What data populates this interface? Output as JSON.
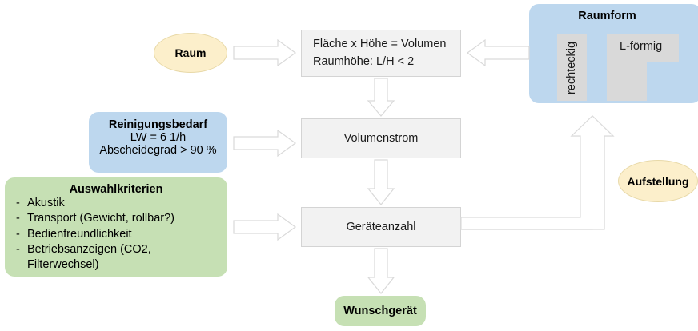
{
  "diagram": {
    "title_shapes": {
      "raum": "Raum",
      "aufstellung": "Aufstellung"
    },
    "formula_box": {
      "line1": "Fläche  x  Höhe  = Volumen",
      "line2": "Raumhöhe: L/H < 2"
    },
    "volumenstrom": "Volumenstrom",
    "geraeteanzahl": "Geräteanzahl",
    "wunschgeraet": "Wunschgerät",
    "raumform": {
      "title": "Raumform",
      "shape_rect_label": "rechteckig",
      "shape_l_label": "L-förmig"
    },
    "reinigungsbedarf": {
      "title": "Reinigungsbedarf",
      "line1": "LW = 6 1/h",
      "line2": "Abscheidegrad  > 90 %"
    },
    "auswahlkriterien": {
      "title": "Auswahlkriterien",
      "items": [
        "Akustik",
        "Transport (Gewicht, rollbar?)",
        "Bedienfreundlichkeit",
        "Betriebsanzeigen (CO2, Filterwechsel)"
      ]
    },
    "colors": {
      "blue_panel": "#bdd7ee",
      "green_panel": "#c6e0b4",
      "cream_ellipse": "#fcefcb",
      "gray_box": "#f2f2f2",
      "inner_shape_gray": "#d9d9d9",
      "arrow_outline": "#d9d9d9"
    }
  }
}
